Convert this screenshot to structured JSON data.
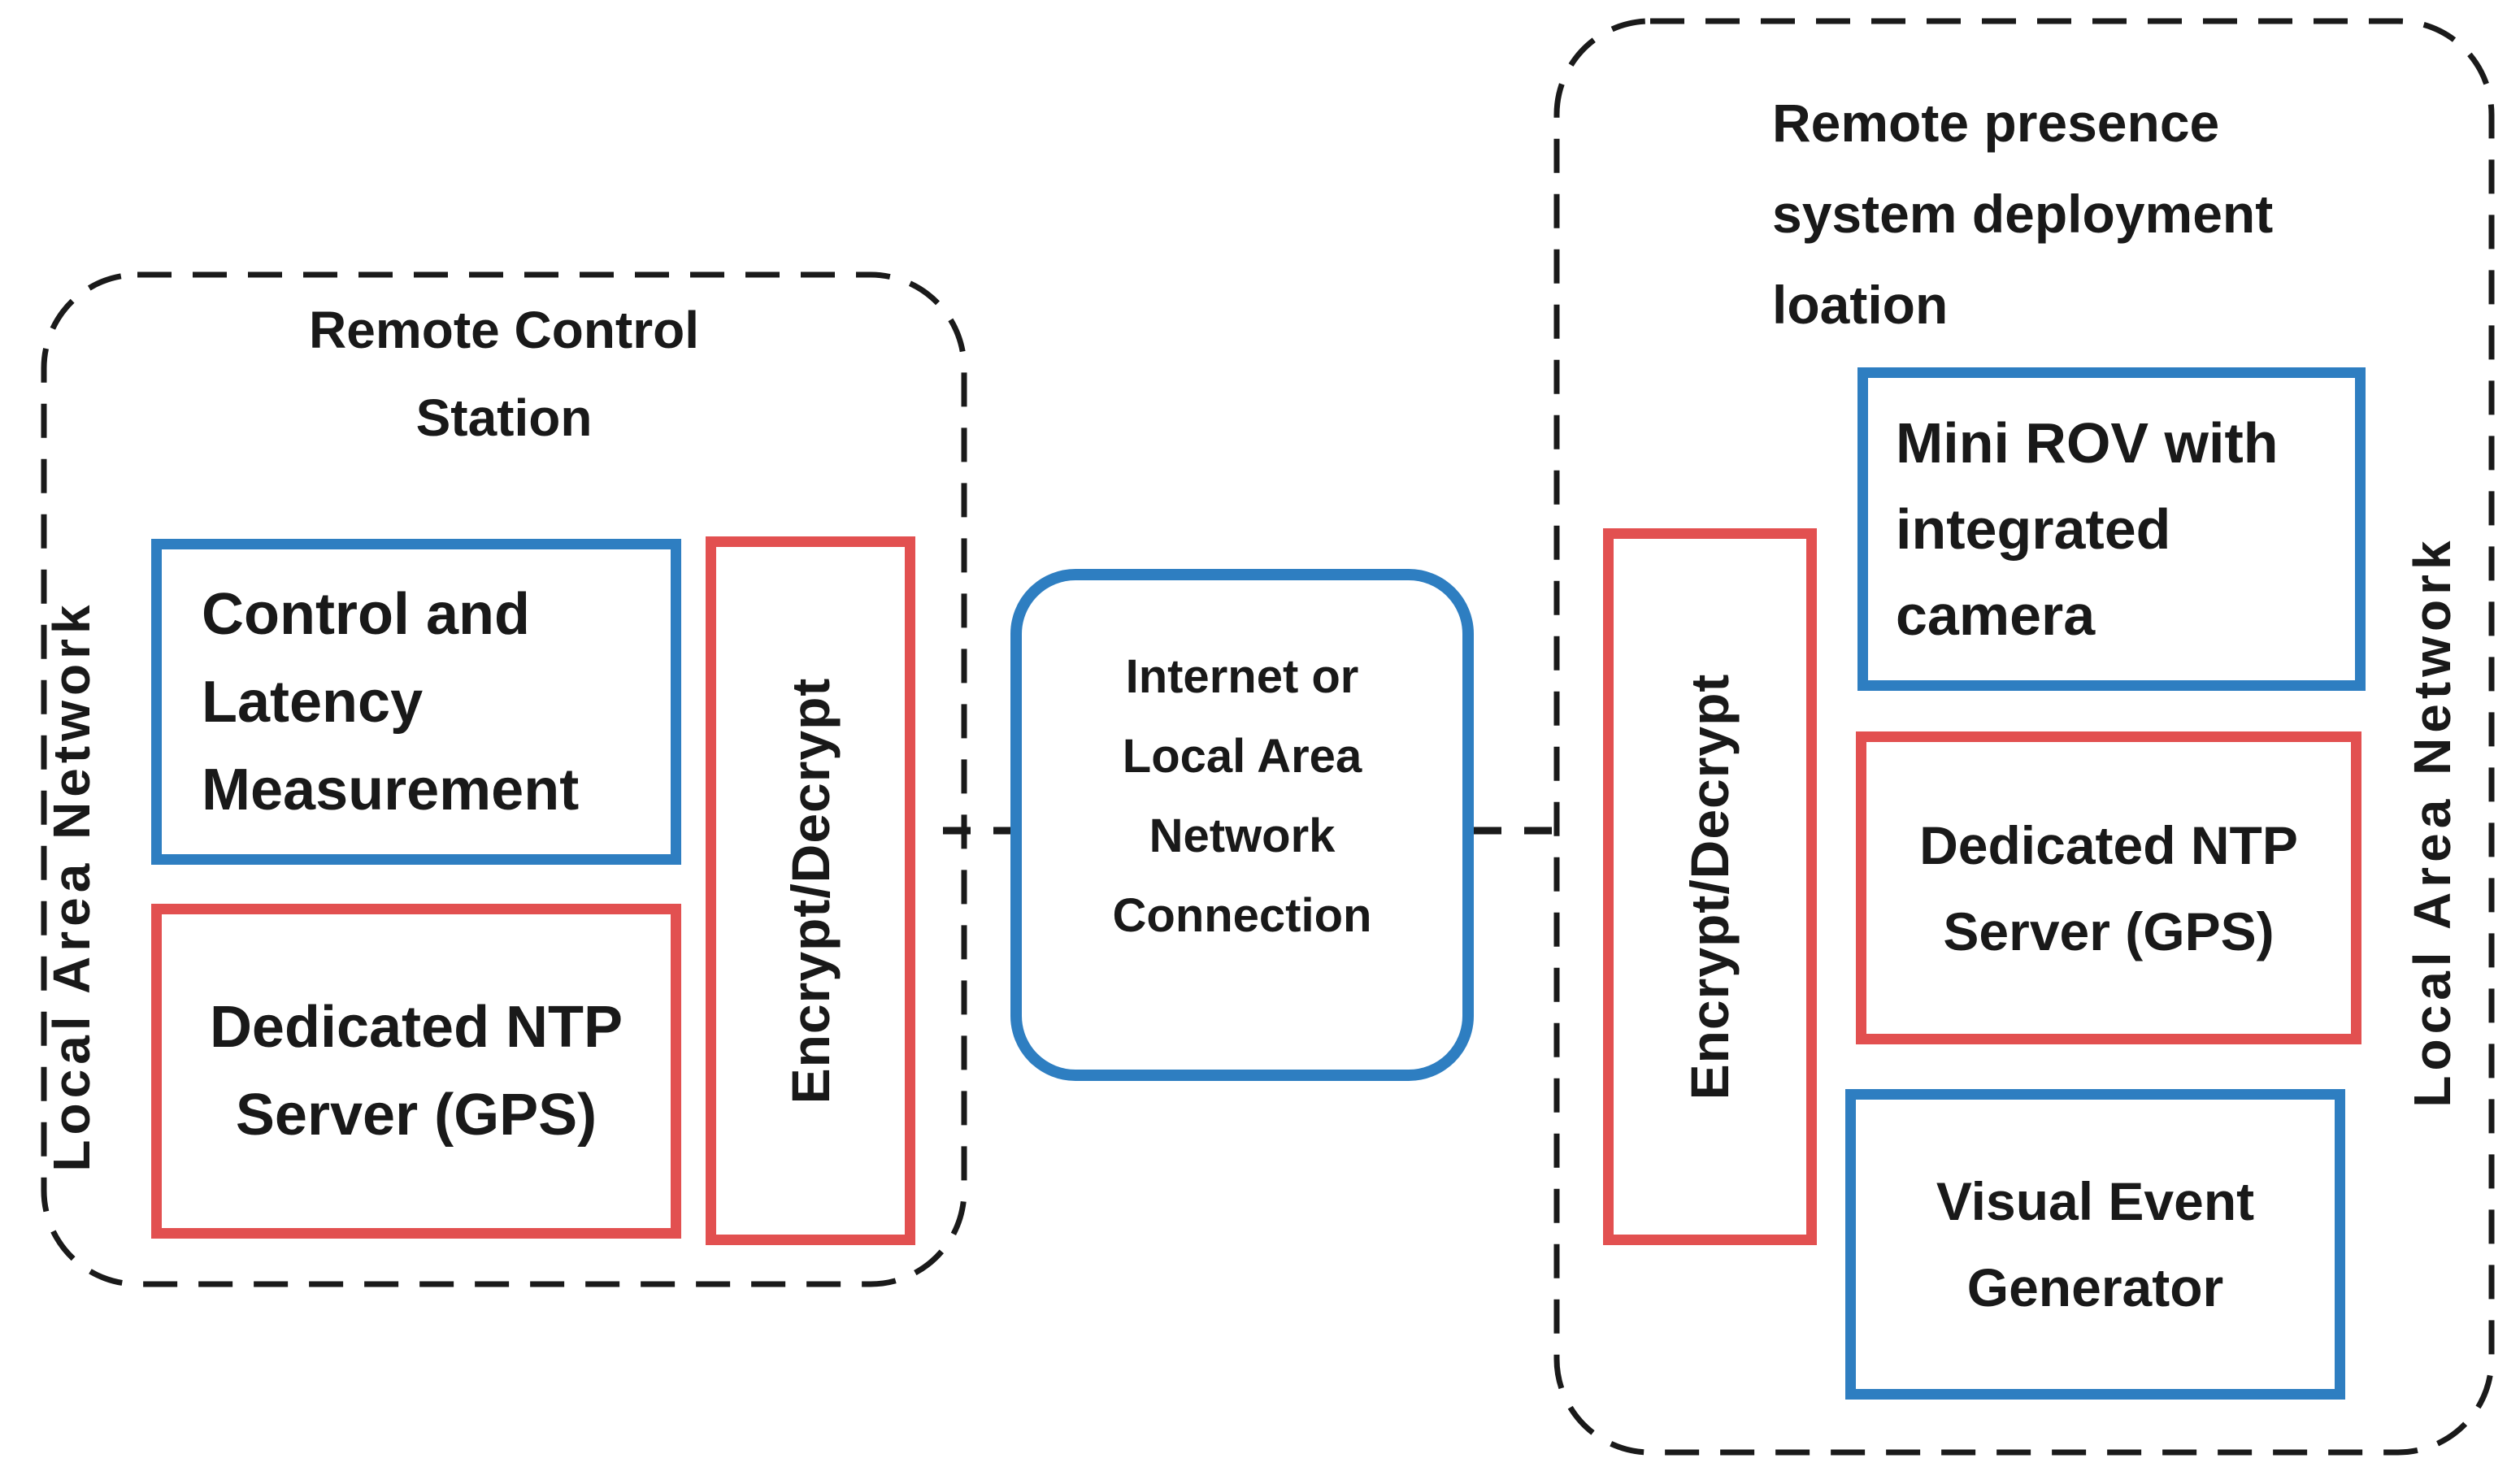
{
  "colors": {
    "blue": "#2E7EC1",
    "red": "#E25050",
    "stroke": "#1A1A1A",
    "text": "#191919",
    "background": "#FFFFFF"
  },
  "left_panel": {
    "title_lines": [
      "Remote Control",
      "Station"
    ],
    "lan_label": "Local Area Network",
    "control_latency_lines": [
      "Control and",
      "Latency",
      "Measurement"
    ],
    "ntp_server_lines": [
      "Dedicated NTP",
      "Server (GPS)"
    ],
    "encrypt_label": "Encrypt/Decrypt"
  },
  "connection": {
    "lines": [
      "Internet or",
      "Local Area",
      "Network",
      "Connection"
    ]
  },
  "right_panel": {
    "title_lines": [
      "Remote presence",
      "system deployment",
      "loation"
    ],
    "lan_label": "Local Area Network",
    "encrypt_label": "Encrypt/Decrypt",
    "mini_rov_lines": [
      "Mini ROV with",
      "integrated",
      "camera"
    ],
    "ntp_server_lines": [
      "Dedicated NTP",
      "Server (GPS)"
    ],
    "visual_event_lines": [
      "Visual Event",
      "Generator"
    ]
  }
}
